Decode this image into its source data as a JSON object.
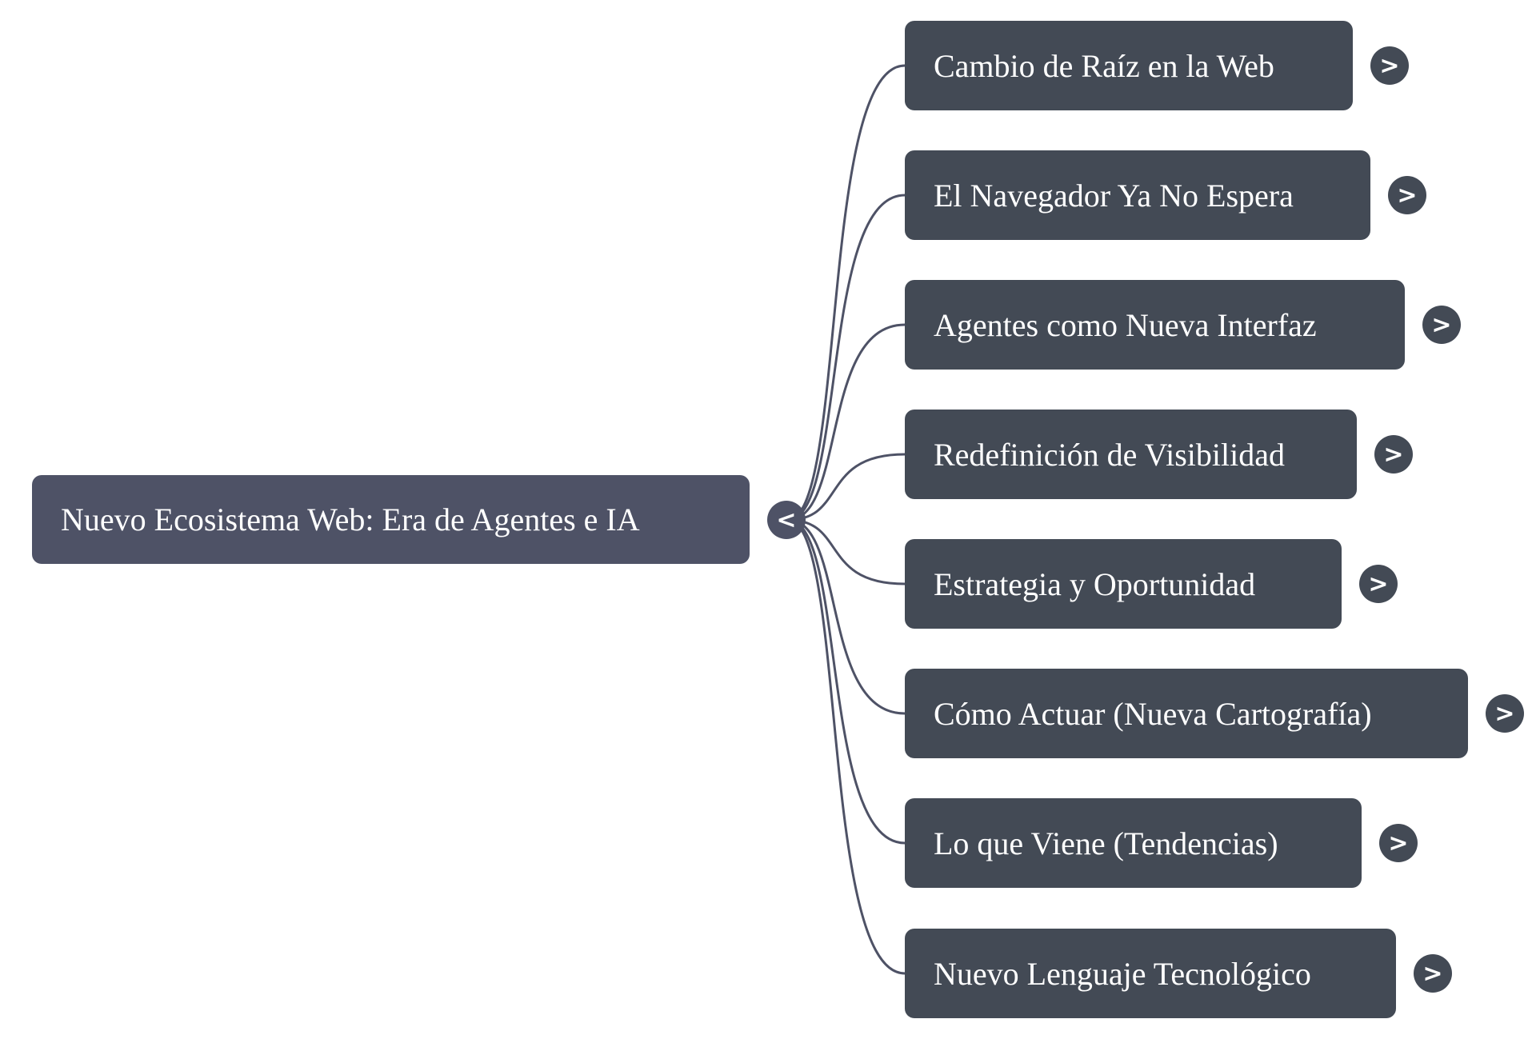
{
  "mindmap": {
    "root": {
      "label": "Nuevo Ecosistema Web: Era de Agentes e IA",
      "toggle_icon": "<",
      "toggle_icon_name": "collapse-chevron-left-icon"
    },
    "children": [
      {
        "label": "Cambio de Raíz en la Web",
        "toggle_icon": ">"
      },
      {
        "label": "El Navegador Ya No Espera",
        "toggle_icon": ">"
      },
      {
        "label": "Agentes como Nueva Interfaz",
        "toggle_icon": ">"
      },
      {
        "label": "Redefinición de Visibilidad",
        "toggle_icon": ">"
      },
      {
        "label": "Estrategia y Oportunidad",
        "toggle_icon": ">"
      },
      {
        "label": "Cómo Actuar (Nueva Cartografía)",
        "toggle_icon": ">"
      },
      {
        "label": "Lo que Viene (Tendencias)",
        "toggle_icon": ">"
      },
      {
        "label": "Nuevo Lenguaje Tecnológico",
        "toggle_icon": ">"
      }
    ],
    "colors": {
      "root_fill": "#4e5266",
      "child_fill": "#434a55",
      "link_stroke": "#4e5266",
      "text": "#ffffff",
      "background": "#ffffff"
    }
  }
}
